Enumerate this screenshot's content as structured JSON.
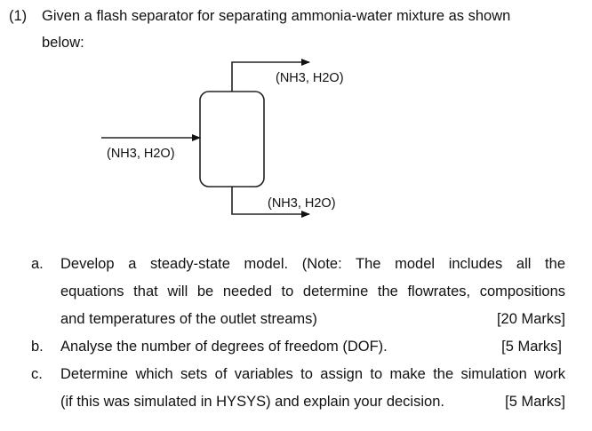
{
  "question": {
    "number": "(1)",
    "line1": "Given a flash separator for separating ammonia-water mixture as shown",
    "line2": "below:"
  },
  "diagram": {
    "top_label": "(NH3, H2O)",
    "feed_label": "(NH3, H2O)",
    "bottom_label": "(NH3, H2O)"
  },
  "parts": [
    {
      "letter": "a.",
      "lines": [
        "Develop a steady-state model. (Note: The model includes all the",
        "equations that will be needed to determine the flowrates, compositions",
        "and temperatures of the outlet streams)"
      ],
      "marks": "[20 Marks]"
    },
    {
      "letter": "b.",
      "lines": [
        "Analyse the number of degrees of freedom (DOF)."
      ],
      "marks": "[5 Marks]"
    },
    {
      "letter": "c.",
      "lines": [
        "Determine which sets of variables to assign to make the simulation work",
        "(if this was simulated in HYSYS) and explain your decision."
      ],
      "marks": "[5 Marks]"
    }
  ]
}
